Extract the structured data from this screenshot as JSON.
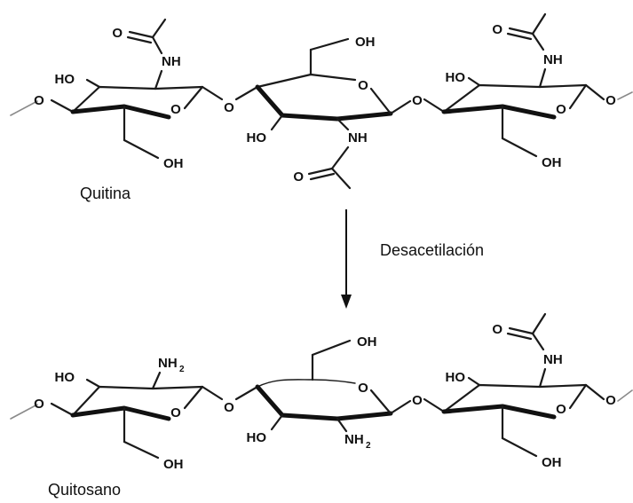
{
  "labels": {
    "chitin": "Quitina",
    "reaction": "Desacetilación",
    "chitosan": "Quitosano"
  },
  "atoms": {
    "hydroxyl": "OH",
    "hydroxyl_left": "HO",
    "oxygen": "O",
    "acetamido": "NH",
    "amine_main": "NH",
    "amine_subscript": "2"
  },
  "colors": {
    "ink": "#111111",
    "end_bond": "#8a8a8a",
    "background": "#ffffff"
  }
}
